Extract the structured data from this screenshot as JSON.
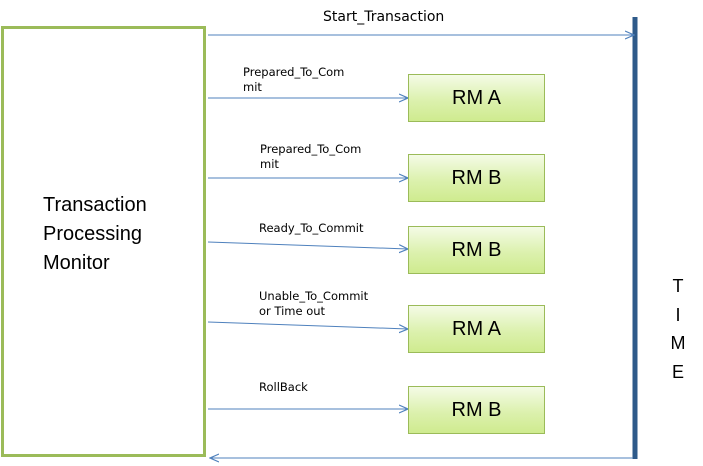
{
  "title_monitor": [
    "Transaction",
    "Processing",
    "Monitor"
  ],
  "start_message": "Start_Transaction",
  "time_label": [
    "T",
    "I",
    "M",
    "E"
  ],
  "messages": [
    {
      "lines": [
        "Prepared_To_Com",
        "mit"
      ],
      "target": "RM A"
    },
    {
      "lines": [
        "Prepared_To_Com",
        "mit"
      ],
      "target": "RM B"
    },
    {
      "lines": [
        "Ready_To_Commit"
      ],
      "target": "RM B"
    },
    {
      "lines": [
        "Unable_To_Commit",
        "or  Time out"
      ],
      "target": "RM A"
    },
    {
      "lines": [
        "RollBack"
      ],
      "target": "RM B"
    }
  ],
  "colors": {
    "monitor_border": "#9bbb59",
    "rm_fill": "#d7f0a0",
    "arrow": "#4f81bd",
    "time_bar": "#2e5a8a"
  }
}
